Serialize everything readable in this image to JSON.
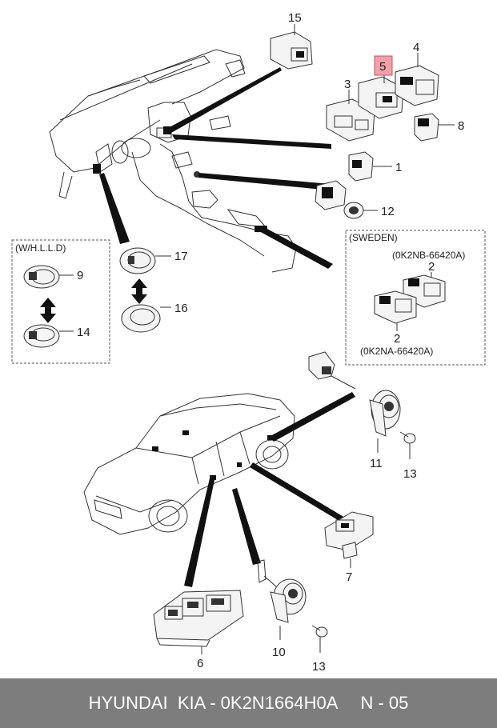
{
  "callouts": {
    "c1": "1",
    "c2a": "2",
    "c2b": "2",
    "c3": "3",
    "c4": "4",
    "c5": "5",
    "c6": "6",
    "c7": "7",
    "c8": "8",
    "c9": "9",
    "c10": "10",
    "c11": "11",
    "c12": "12",
    "c13a": "13",
    "c13b": "13",
    "c14": "14",
    "c15": "15",
    "c16": "16",
    "c17": "17"
  },
  "boxes": {
    "hlld_label": "(W/H.L.L.D)",
    "sweden_label": "(SWEDEN)",
    "sweden_part_b": "(0K2NB-66420A)",
    "sweden_part_a": "(0K2NA-66420A)"
  },
  "highlight_color": "#f4a0a8",
  "footer": {
    "brand_part": "HYUNDAI  KIA - 0K2N1664H0A",
    "page": "N - 05"
  }
}
